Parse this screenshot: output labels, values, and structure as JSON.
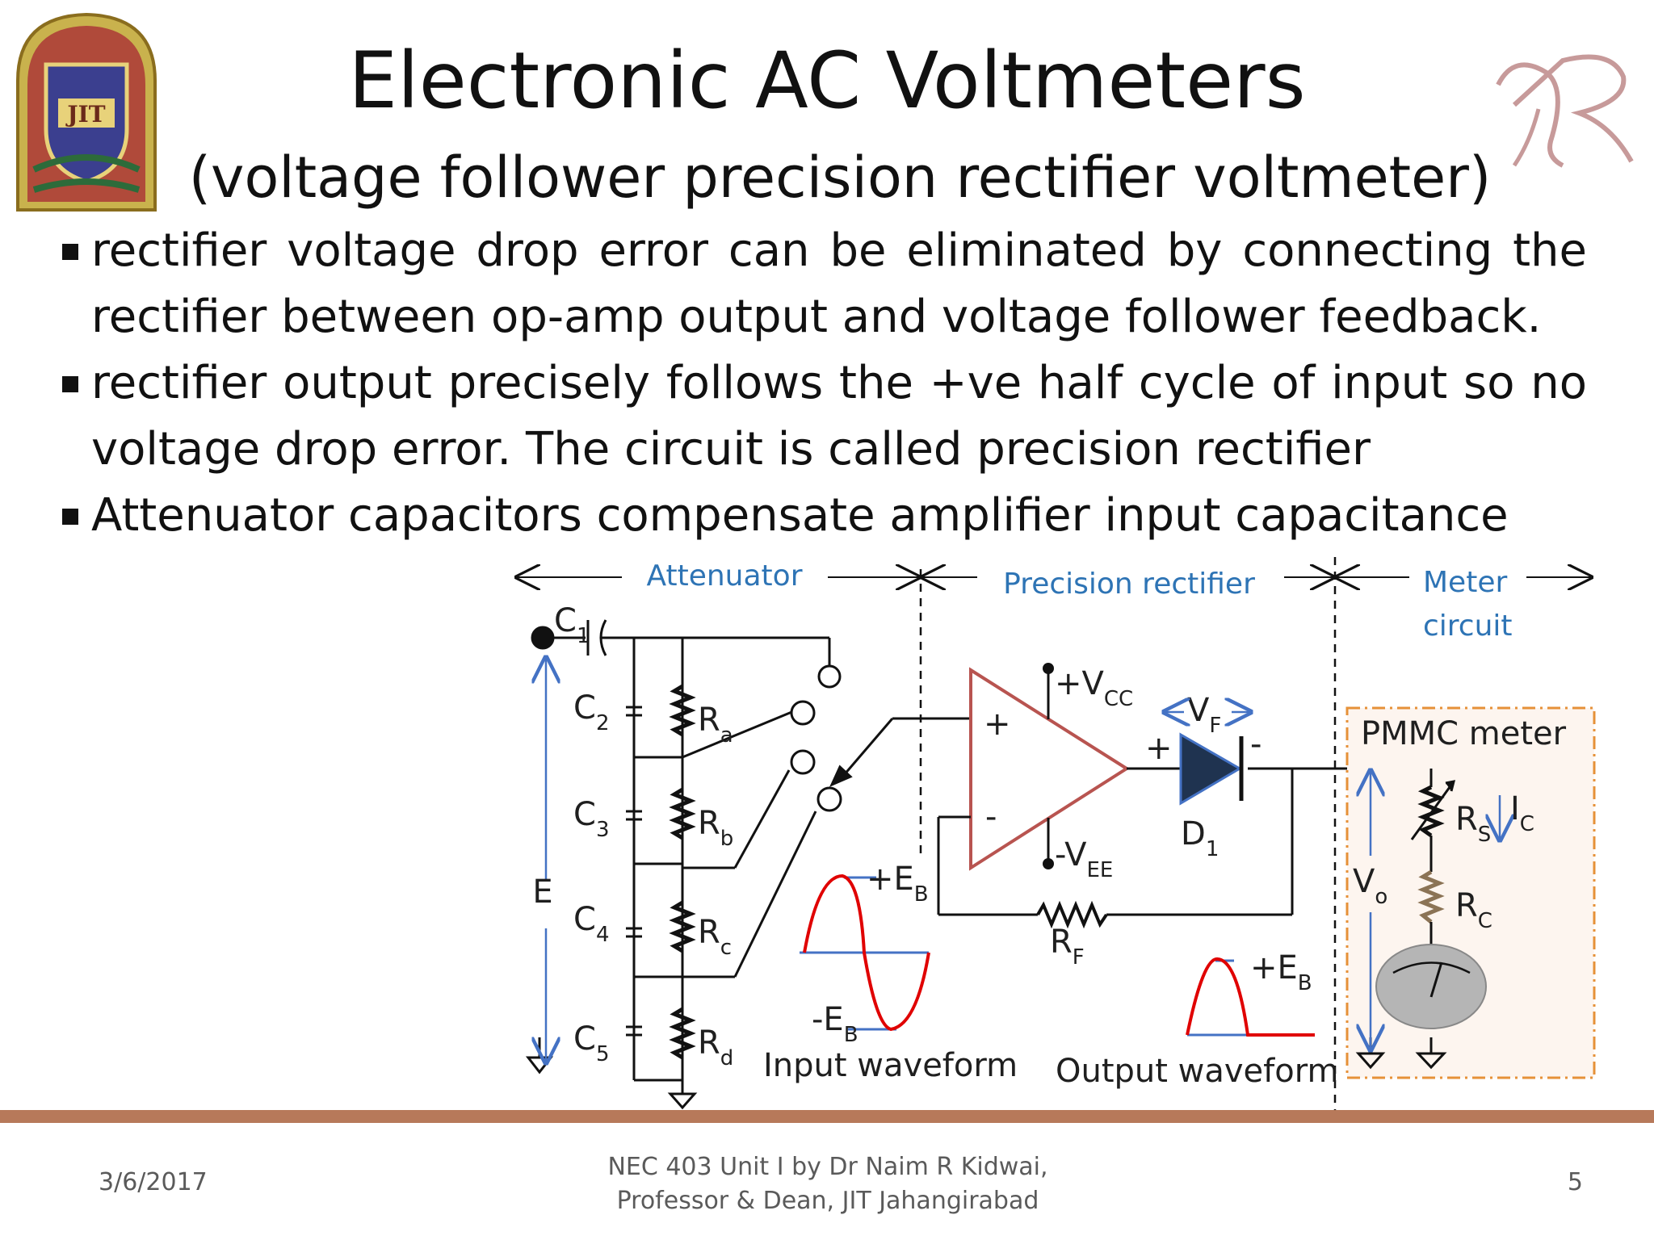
{
  "slide": {
    "title": "Electronic AC Voltmeters",
    "subtitle": "(voltage follower precision rectifier voltmeter)",
    "bullets": [
      "rectifier voltage drop error can be eliminated by connecting the rectifier between op-amp output  and voltage follower feedback.",
      "rectifier output precisely follows the +ve half cycle of input so no voltage drop error. The circuit is called precision rectifier",
      "Attenuator capacitors compensate amplifier input capacitance"
    ],
    "logo_left_text": "JIT",
    "logo_right_text": "NR"
  },
  "diagram": {
    "sections": {
      "attenuator": "Attenuator",
      "precision_rectifier": "Precision rectifier",
      "meter_line1": "Meter",
      "meter_line2": "circuit"
    },
    "capacitors": [
      {
        "main": "C",
        "sub": "1"
      },
      {
        "main": "C",
        "sub": "2"
      },
      {
        "main": "C",
        "sub": "3"
      },
      {
        "main": "C",
        "sub": "4"
      },
      {
        "main": "C",
        "sub": "5"
      }
    ],
    "resistors": [
      {
        "main": "R",
        "sub": "a"
      },
      {
        "main": "R",
        "sub": "b"
      },
      {
        "main": "R",
        "sub": "c"
      },
      {
        "main": "R",
        "sub": "d"
      }
    ],
    "input_label": "E",
    "opamp": {
      "plus": "+",
      "minus": "-",
      "vcc_main": "+V",
      "vcc_sub": "CC",
      "vee_main": "-V",
      "vee_sub": "EE"
    },
    "diode": {
      "main": "D",
      "sub": "1",
      "vf_main": "V",
      "vf_sub": "F",
      "plus": "+",
      "minus": "-"
    },
    "feedback": {
      "main": "R",
      "sub": "F"
    },
    "meter": {
      "title": "PMMC meter",
      "rs_main": "R",
      "rs_sub": "S",
      "rc_main": "R",
      "rc_sub": "C",
      "ic_main": "I",
      "ic_sub": "C",
      "vo_main": "V",
      "vo_sub": "o"
    },
    "input_waveform": {
      "caption": "Input waveform",
      "peak_main": "+E",
      "peak_sub": "B",
      "trough_main": "-E",
      "trough_sub": "B"
    },
    "output_waveform": {
      "caption": "Output waveform",
      "peak_main": "+E",
      "peak_sub": "B"
    },
    "colors": {
      "opamp": "#b85450",
      "waveform": "#e00000",
      "axis": "#4472c4",
      "label": "#2e74b5",
      "meter_box": "#e69138",
      "resistor_body": "#8b7355",
      "footer_rule": "#b7795a"
    }
  },
  "footer": {
    "date": "3/6/2017",
    "center_line1": "NEC 403 Unit I by Dr Naim R Kidwai,",
    "center_line2": "Professor & Dean, JIT Jahangirabad",
    "page": "5"
  }
}
